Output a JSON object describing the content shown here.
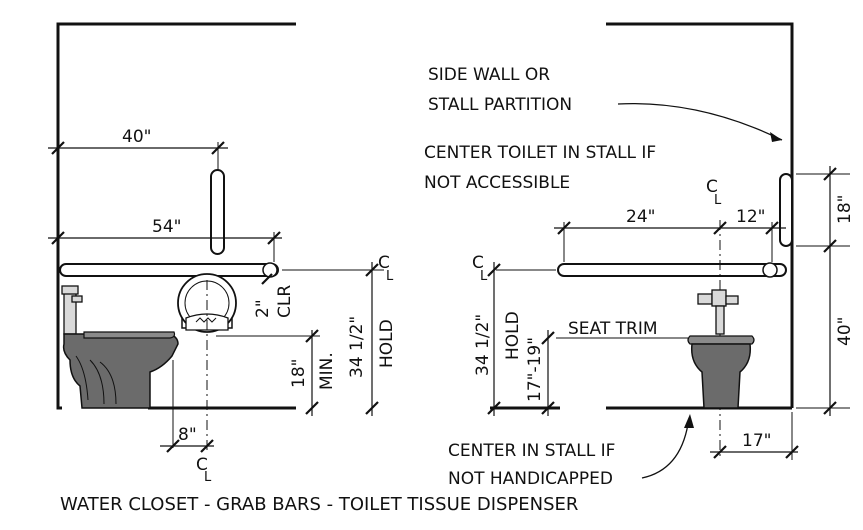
{
  "left_view": {
    "dim_40": "40\"",
    "dim_54": "54\"",
    "clr_2": "2\"",
    "clr_label": "CLR",
    "dim_34_half": "34 1/2\"",
    "hold": "HOLD",
    "dim_18": "18\"",
    "min_label": "MIN.",
    "dim_8": "8\"",
    "cl_top_c": "C",
    "cl_top_l": "L",
    "cl_bottom_c": "C",
    "cl_bottom_l": "L"
  },
  "right_view": {
    "side_wall_line1": "SIDE WALL OR",
    "side_wall_line2": "STALL PARTITION",
    "center_note_line1": "CENTER TOILET IN STALL IF",
    "center_note_line2": "NOT ACCESSIBLE",
    "dim_24": "24\"",
    "dim_12": "12\"",
    "dim_18": "18\"",
    "dim_40": "40\"",
    "seat_trim": "SEAT TRIM",
    "dim_34_half": "34 1/2\"",
    "hold": "HOLD",
    "dim_17_19": "17\"-19\"",
    "dim_17": "17\"",
    "center_stall_line1": "CENTER IN STALL IF",
    "center_stall_line2": "NOT HANDICAPPED",
    "cl_top_c": "C",
    "cl_top_l": "L",
    "cl_mid_c": "C",
    "cl_mid_l": "L"
  },
  "caption": "WATER CLOSET - GRAB BARS - TOILET TISSUE DISPENSER"
}
